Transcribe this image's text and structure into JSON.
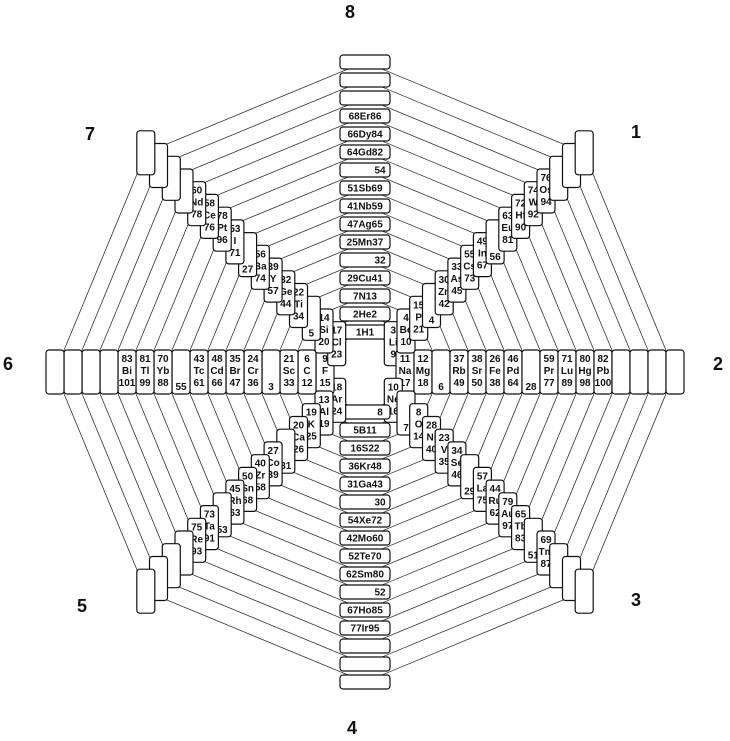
{
  "side_labels": [
    "1",
    "2",
    "3",
    "4",
    "5",
    "6",
    "7",
    "8"
  ],
  "rings": [
    [
      "1",
      "H",
      "1"
    ],
    [
      "3",
      "Li",
      "9"
    ],
    [
      "11",
      "Na",
      "17"
    ],
    [
      "10",
      "Ne",
      "16"
    ],
    [
      "18",
      "Ar",
      "24"
    ],
    [
      "9",
      "F",
      "15"
    ],
    [
      "17",
      "Cl",
      "23"
    ],
    [
      "2",
      "He",
      "2"
    ],
    [
      "4",
      "Be",
      "10"
    ],
    [
      "12",
      "Mg",
      "18"
    ],
    [
      "5",
      "B",
      "11"
    ],
    [
      "13",
      "Al",
      "19"
    ],
    [
      "6",
      "C",
      "12"
    ],
    [
      "14",
      "Si",
      "20"
    ],
    [
      "7",
      "N",
      "13"
    ],
    [
      "15",
      "P",
      "21"
    ],
    [
      "8",
      "O",
      "14"
    ],
    [
      "16",
      "S",
      "22"
    ],
    [
      "19",
      "K",
      "25"
    ],
    [
      "21",
      "Sc",
      "33"
    ],
    [
      "29",
      "Cu",
      "41"
    ],
    [
      "37",
      "Rb",
      "49"
    ],
    [
      "28",
      "Ni",
      "40"
    ],
    [
      "36",
      "Kr",
      "48"
    ],
    [
      "20",
      "Ca",
      "26"
    ],
    [
      "22",
      "Ti",
      "34"
    ],
    [
      "30",
      "Zn",
      "42"
    ],
    [
      "38",
      "Sr",
      "50"
    ],
    [
      "23",
      "V",
      "35"
    ],
    [
      "31",
      "Ga",
      "43"
    ],
    [
      "24",
      "Cr",
      "36"
    ],
    [
      "32",
      "Ge",
      "44"
    ],
    [
      "25",
      "Mn",
      "37"
    ],
    [
      "33",
      "As",
      "45"
    ],
    [
      "26",
      "Fe",
      "38"
    ],
    [
      "34",
      "Se",
      "46"
    ],
    [
      "27",
      "Co",
      "39"
    ],
    [
      "35",
      "Br",
      "47"
    ],
    [
      "39",
      "Y",
      "57"
    ],
    [
      "47",
      "Ag",
      "65"
    ],
    [
      "55",
      "Cs",
      "73"
    ],
    [
      "46",
      "Pd",
      "64"
    ],
    [
      "54",
      "Xe",
      "72"
    ],
    [
      "40",
      "Zr",
      "58"
    ],
    [
      "48",
      "Cd",
      "66"
    ],
    [
      "56",
      "Ba",
      "74"
    ],
    [
      "41",
      "Nb",
      "59"
    ],
    [
      "49",
      "In",
      "67"
    ],
    [
      "57",
      "La",
      "75"
    ],
    [
      "42",
      "Mo",
      "60"
    ],
    [
      "50",
      "Sn",
      "68"
    ],
    [
      "43",
      "Tc",
      "61"
    ],
    [
      "51",
      "Sb",
      "69"
    ],
    [
      "59",
      "Pr",
      "77"
    ],
    [
      "44",
      "Ru",
      "62"
    ],
    [
      "52",
      "Te",
      "70"
    ],
    [
      "45",
      "Rh",
      "63"
    ],
    [
      "53",
      "I",
      "71"
    ],
    [
      "63",
      "Eu",
      "81"
    ],
    [
      "71",
      "Lu",
      "89"
    ],
    [
      "79",
      "Au",
      "97"
    ],
    [
      "62",
      "Sm",
      "80"
    ],
    [
      "70",
      "Yb",
      "88"
    ],
    [
      "78",
      "Pt",
      "96"
    ],
    [
      "64",
      "Gd",
      "82"
    ],
    [
      "72",
      "Hf",
      "90"
    ],
    [
      "80",
      "Hg",
      "98"
    ],
    [
      "65",
      "Tb",
      "83"
    ],
    [
      "73",
      "Ta",
      "91"
    ],
    [
      "81",
      "Tl",
      "99"
    ],
    [
      "58",
      "Ce",
      "76"
    ],
    [
      "66",
      "Dy",
      "84"
    ],
    [
      "74",
      "W",
      "92"
    ],
    [
      "82",
      "Pb",
      "100"
    ],
    [
      "67",
      "Ho",
      "85"
    ],
    [
      "75",
      "Re",
      "93"
    ],
    [
      "83",
      "Bi",
      "101"
    ],
    [
      "60",
      "Nd",
      "78"
    ],
    [
      "68",
      "Er",
      "86"
    ],
    [
      "76",
      "Os",
      "94"
    ],
    [
      "69",
      "Tm",
      "87"
    ],
    [
      "77",
      "Ir",
      "95"
    ]
  ],
  "blank_numbers": [
    "8",
    "7",
    "6",
    "5",
    "4",
    "3",
    "32",
    "31",
    "30",
    "29",
    "28",
    "27",
    "56",
    "55",
    "54",
    "53",
    "52",
    "51"
  ]
}
